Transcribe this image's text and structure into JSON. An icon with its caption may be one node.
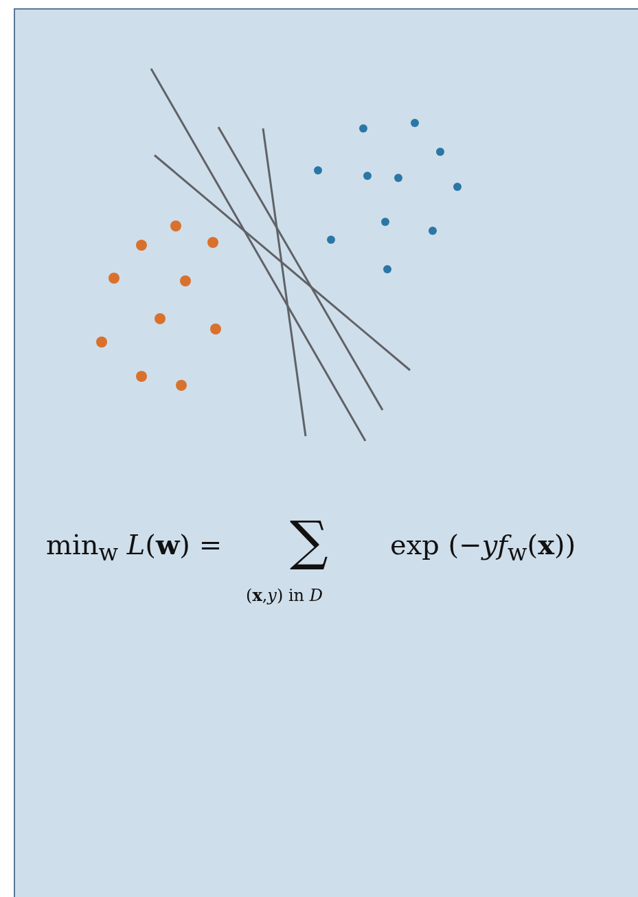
{
  "diagram": {
    "labels": [
      "min$_{w}$ *L*(**w**) =",
      "∑",
      "(**x**,*y*) in *D*",
      "exp (−*yf*$_{w}$(**x**))"
    ]
  }
}
